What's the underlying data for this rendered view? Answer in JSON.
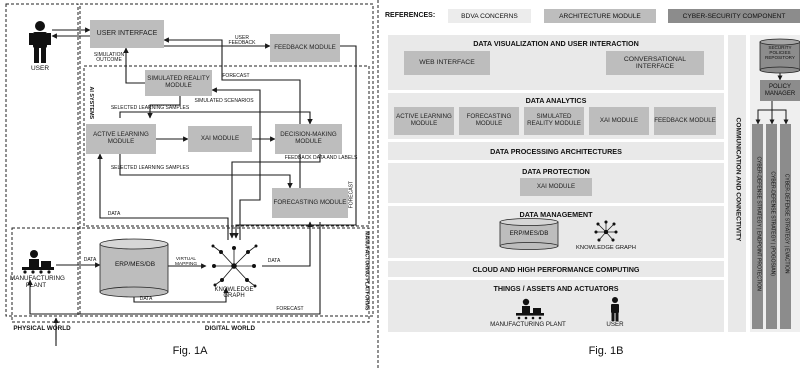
{
  "fig1a": {
    "caption": "Fig. 1A",
    "user_label": "USER",
    "manufacturing_plant_label": "MANUFACTURING PLANT",
    "physical_world_label": "PHYSICAL WORLD",
    "digital_world_label": "DIGITAL WORLD",
    "ai_systems_label": "AI SYSTEMS",
    "manufacturing_platforms_label": "MANUFACTURING PLATFORMS",
    "user_interface": "USER INTERFACE",
    "feedback_module": "FEEDBACK MODULE",
    "simulated_reality_module": "SIMULATED REALITY MODULE",
    "active_learning_module": "ACTIVE LEARNING MODULE",
    "xai_module": "XAI MODULE",
    "decision_making_module": "DECISION-MAKING MODULE",
    "forecasting_module": "FORECASTING MODULE",
    "erp_db": "ERP/MES/DB",
    "knowledge_graph": "KNOWLEDGE GRAPH",
    "edge_user_feedback": "USER FEEDBACK",
    "edge_simulation_outcome": "SIMULATION OUTCOME",
    "edge_forecast_top": "FORECAST",
    "edge_simulated_scenarios": "SIMULATED SCENARIOS",
    "edge_selected_learning_samples_top": "SELECTED LEARNING SAMPLES",
    "edge_selected_learning_samples_bottom": "SELECTED LEARNING SAMPLES",
    "edge_feedback_data_labels": "FEEDBACK DATA AND LABELS",
    "edge_forecast_right": "FORECAST",
    "edge_data_left": "DATA",
    "edge_data_plant": "DATA",
    "edge_virtual_mapping": "VIRTUAL MAPPING",
    "edge_data_kg": "DATA",
    "edge_data_bottom": "DATA",
    "edge_forecast_bottom": "FORECAST"
  },
  "fig1b": {
    "caption": "Fig. 1B",
    "references_label": "REFERENCES:",
    "ref_bdva": "BDVA CONCERNS",
    "ref_architecture": "ARCHITECTURE MODULE",
    "ref_cyber": "CYBER-SECURITY COMPONENT",
    "row_visualization": "DATA VISUALIZATION AND USER INTERACTION",
    "web_interface": "WEB INTERFACE",
    "conversational_interface": "CONVERSATIONAL INTERFACE",
    "row_analytics": "DATA ANALYTICS",
    "active_learning_module": "ACTIVE LEARNING MODULE",
    "forecasting_module": "FORECASTING MODULE",
    "simulated_reality_module": "SIMULATED REALITY MODULE",
    "xai_module": "XAI MODULE",
    "feedback_module": "FEEDBACK MODULE",
    "row_processing": "DATA PROCESSING ARCHITECTURES",
    "row_protection": "DATA PROTECTION",
    "xai_module_protection": "XAI MODULE",
    "row_management": "DATA MANAGEMENT",
    "erp_db": "ERP/MES/DB",
    "knowledge_graph": "KNOWLEDGE GRAPH",
    "row_cloud": "CLOUD AND HIGH PERFORMANCE COMPUTING",
    "row_things": "THINGS / ASSETS AND ACTUATORS",
    "manufacturing_plant": "MANUFACTURING PLANT",
    "user": "USER",
    "communication_connectivity": "COMMUNICATION AND CONNECTIVITY",
    "security_policies_repository": "SECURITY POLICIES REPOSITORY",
    "policy_manager": "POLICY MANAGER",
    "strategy_endpoint": "CYBER-DEFENSE STRATEGY | ENDPOINT PROTECTION",
    "strategy_pogosian": "CYBER-DEFENSE STRATEGY | (POGOSIAN)",
    "strategy_evaction": "CYBER-DEFENSE STRATEGY | EVACTION"
  },
  "colors": {
    "module_gray": "#bdbdbd",
    "row_gray": "#e9e9e9",
    "dark_gray": "#8c8c8c",
    "line": "#1a1a1a"
  }
}
